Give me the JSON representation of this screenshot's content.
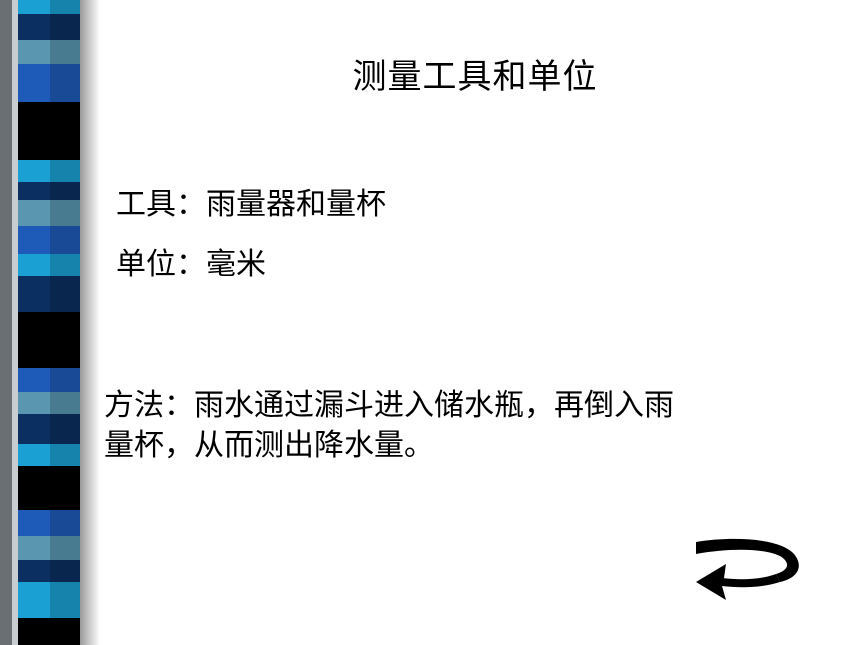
{
  "slide": {
    "title": "测量工具和单位",
    "tools_line": "工具：雨量器和量杯",
    "unit_line": "单位：毫米",
    "method_text": "方法：雨水通过漏斗进入储水瓶，再倒入雨量杯，从而测出降水量。"
  },
  "decor": {
    "stripe_colors": [
      "#000000",
      "#0b2f60",
      "#1e5bb8",
      "#1aa0d2",
      "#5a96b0",
      "#bfc8cf"
    ]
  },
  "navigation": {
    "return_icon": "return-arrow-icon"
  }
}
